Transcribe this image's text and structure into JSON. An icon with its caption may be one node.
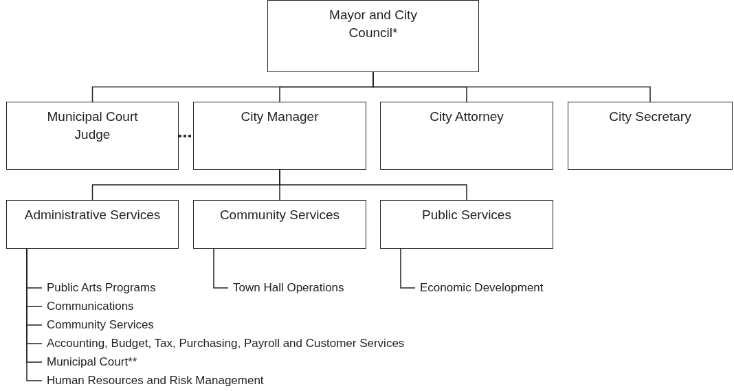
{
  "diagram": {
    "nodes": [
      {
        "text": [
          "Mayor and City Council*"
        ]
      },
      {
        "text": [
          "Municipal Court Judge"
        ]
      },
      {
        "text": [
          "City Manager"
        ]
      },
      {
        "text": [
          "City Attorney"
        ]
      },
      {
        "text": [
          "City Secretary"
        ]
      },
      {
        "text": [
          "Administrative Services"
        ]
      },
      {
        "text": [
          "Community Services"
        ]
      },
      {
        "text": [
          "Public Services"
        ]
      },
      {
        "text": [
          "Public Arts Programs"
        ]
      },
      {
        "text": [
          "Communications"
        ]
      },
      {
        "text": [
          "Community Services"
        ]
      },
      {
        "text": [
          "Accounting, Budget, Tax, Purchasing, Payroll and Customer Services"
        ]
      },
      {
        "text": [
          "Municipal Court**"
        ]
      },
      {
        "text": [
          "Human Resources and Risk Management"
        ]
      },
      {
        "text": [
          "Town Hall Operations"
        ]
      },
      {
        "text": [
          "Economic Development"
        ]
      }
    ],
    "edges": [
      {
        "from": 0,
        "to": 1,
        "arrow": "none"
      },
      {
        "from": 0,
        "to": 2,
        "arrow": "none"
      },
      {
        "from": 0,
        "to": 3,
        "arrow": "none"
      },
      {
        "from": 0,
        "to": 4,
        "arrow": "none"
      },
      {
        "from": 1,
        "to": 2,
        "arrow": "none",
        "style": "dashed"
      },
      {
        "from": 2,
        "to": 5,
        "arrow": "none"
      },
      {
        "from": 2,
        "to": 6,
        "arrow": "none"
      },
      {
        "from": 2,
        "to": 7,
        "arrow": "none"
      },
      {
        "from": 5,
        "to": 8,
        "arrow": "none"
      },
      {
        "from": 5,
        "to": 9,
        "arrow": "none"
      },
      {
        "from": 5,
        "to": 10,
        "arrow": "none"
      },
      {
        "from": 5,
        "to": 11,
        "arrow": "none"
      },
      {
        "from": 5,
        "to": 12,
        "arrow": "none"
      },
      {
        "from": 5,
        "to": 13,
        "arrow": "none"
      },
      {
        "from": 6,
        "to": 14,
        "arrow": "none"
      },
      {
        "from": 7,
        "to": 15,
        "arrow": "none"
      }
    ]
  }
}
